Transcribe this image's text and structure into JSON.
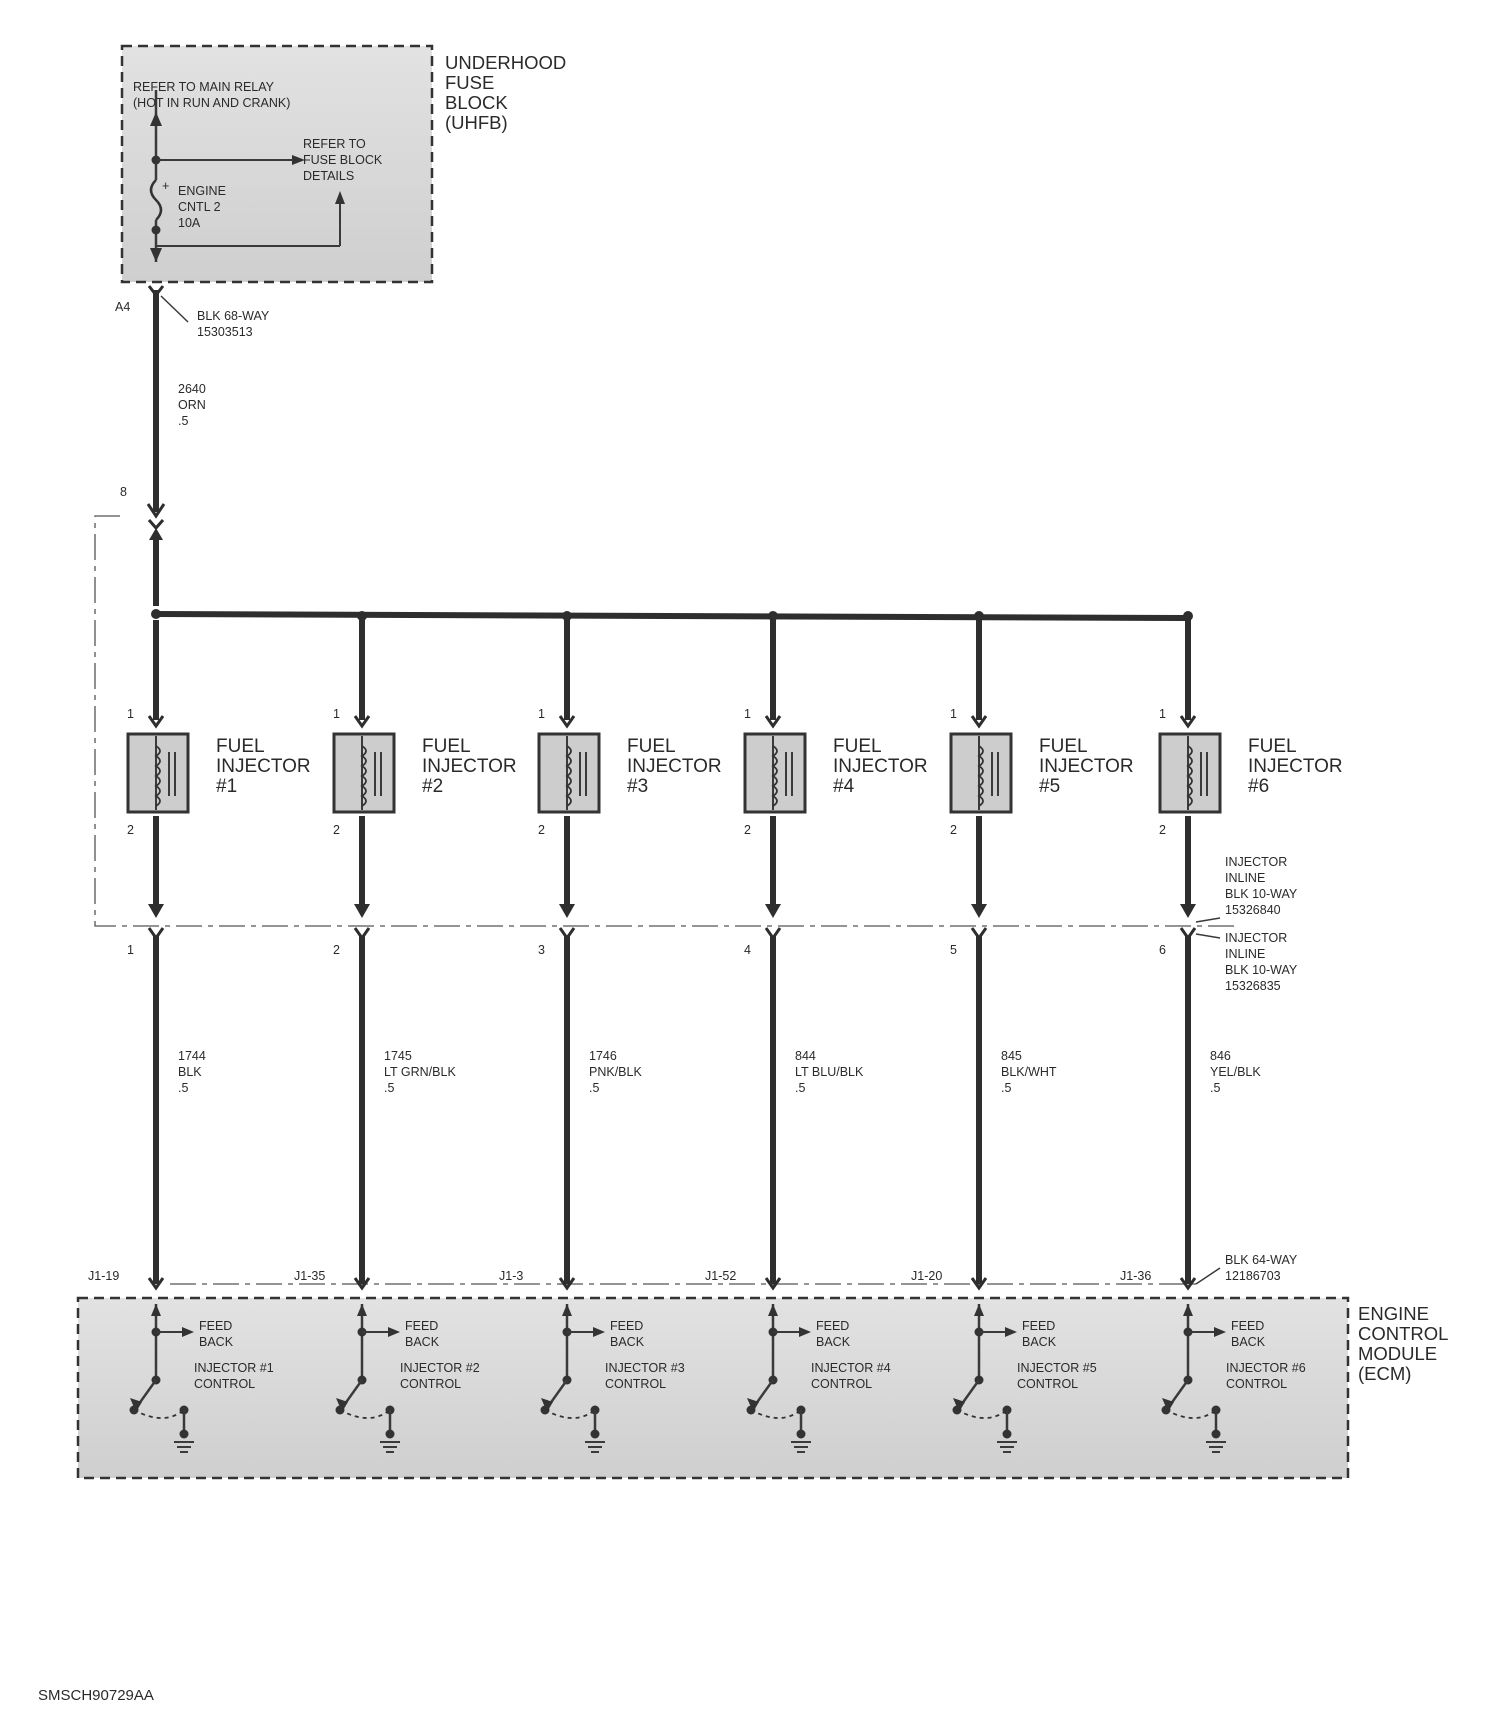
{
  "fuse_block": {
    "title_lines": [
      "UNDERHOOD",
      "FUSE",
      "BLOCK",
      "(UHFB)"
    ],
    "relay_ref_lines": [
      "REFER TO MAIN RELAY",
      "(HOT IN RUN AND CRANK)"
    ],
    "details_ref_lines": [
      "REFER TO",
      "FUSE BLOCK",
      "DETAILS"
    ],
    "fuse_lines": [
      "ENGINE",
      "CNTL 2",
      "10A"
    ],
    "fuse_mark": "+"
  },
  "supply_wire": {
    "top_pin": "A4",
    "connector_lines": [
      "BLK 68-WAY",
      "15303513"
    ],
    "wire_lines": [
      "2640",
      "ORN",
      ".5"
    ],
    "bottom_pin": "8"
  },
  "injectors": [
    {
      "pin_top": "1",
      "pin_bottom": "2",
      "label_lines": [
        "FUEL",
        "INJECTOR",
        "#1"
      ],
      "inline_pin": "1",
      "wire_lines": [
        "1744",
        "BLK",
        ".5"
      ],
      "ecm_pin": "J1-19",
      "ctrl_lines": [
        "INJECTOR #1",
        "CONTROL"
      ]
    },
    {
      "pin_top": "1",
      "pin_bottom": "2",
      "label_lines": [
        "FUEL",
        "INJECTOR",
        "#2"
      ],
      "inline_pin": "2",
      "wire_lines": [
        "1745",
        "LT GRN/BLK",
        ".5"
      ],
      "ecm_pin": "J1-35",
      "ctrl_lines": [
        "INJECTOR #2",
        "CONTROL"
      ]
    },
    {
      "pin_top": "1",
      "pin_bottom": "2",
      "label_lines": [
        "FUEL",
        "INJECTOR",
        "#3"
      ],
      "inline_pin": "3",
      "wire_lines": [
        "1746",
        "PNK/BLK",
        ".5"
      ],
      "ecm_pin": "J1-3",
      "ctrl_lines": [
        "INJECTOR #3",
        "CONTROL"
      ]
    },
    {
      "pin_top": "1",
      "pin_bottom": "2",
      "label_lines": [
        "FUEL",
        "INJECTOR",
        "#4"
      ],
      "inline_pin": "4",
      "wire_lines": [
        "844",
        "LT BLU/BLK",
        ".5"
      ],
      "ecm_pin": "J1-52",
      "ctrl_lines": [
        "INJECTOR #4",
        "CONTROL"
      ]
    },
    {
      "pin_top": "1",
      "pin_bottom": "2",
      "label_lines": [
        "FUEL",
        "INJECTOR",
        "#5"
      ],
      "inline_pin": "5",
      "wire_lines": [
        "845",
        "BLK/WHT",
        ".5"
      ],
      "ecm_pin": "J1-20",
      "ctrl_lines": [
        "INJECTOR #5",
        "CONTROL"
      ]
    },
    {
      "pin_top": "1",
      "pin_bottom": "2",
      "label_lines": [
        "FUEL",
        "INJECTOR",
        "#6"
      ],
      "inline_pin": "6",
      "wire_lines": [
        "846",
        "YEL/BLK",
        ".5"
      ],
      "ecm_pin": "J1-36",
      "ctrl_lines": [
        "INJECTOR #6",
        "CONTROL"
      ]
    }
  ],
  "inline_connector_upper": [
    "INJECTOR",
    "INLINE",
    "BLK 10-WAY",
    "15326840"
  ],
  "inline_connector_lower": [
    "INJECTOR",
    "INLINE",
    "BLK 10-WAY",
    "15326835"
  ],
  "ecm_connector": [
    "BLK 64-WAY",
    "12186703"
  ],
  "ecm": {
    "title_lines": [
      "ENGINE",
      "CONTROL",
      "MODULE",
      "(ECM)"
    ],
    "feedback_lines": [
      "FEED",
      "BACK"
    ]
  },
  "figure_id": "SMSCH90729AA",
  "colors": {
    "shade": "#d4d4d4",
    "ink": "#2e2e2e"
  }
}
